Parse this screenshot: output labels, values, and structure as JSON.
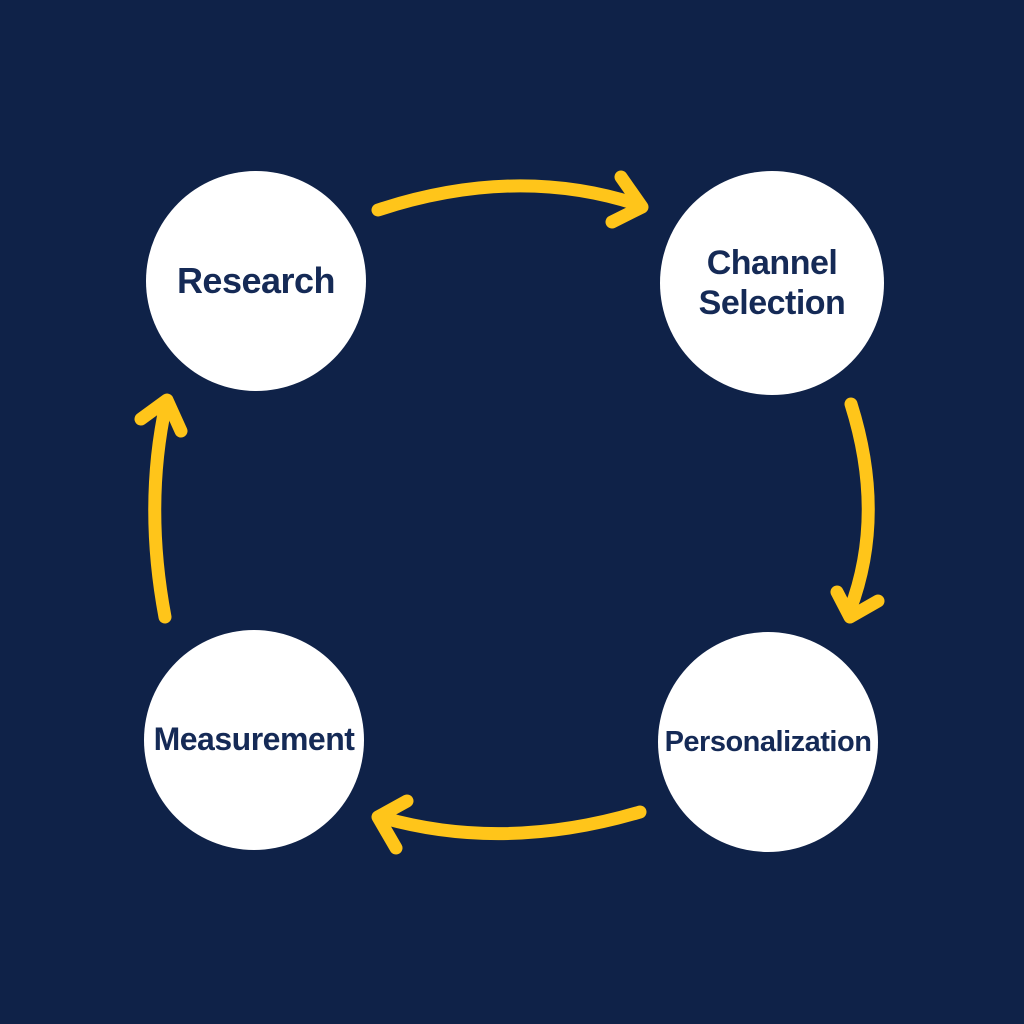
{
  "diagram": {
    "type": "cycle",
    "description": "Four-step marketing cycle diagram",
    "nodes": [
      {
        "id": "research",
        "label": "Research"
      },
      {
        "id": "channel",
        "label": "Channel Selection"
      },
      {
        "id": "personalization",
        "label": "Personalization"
      },
      {
        "id": "measurement",
        "label": "Measurement"
      }
    ],
    "arrows": [
      {
        "from": "research",
        "to": "channel",
        "direction": "left-to-right, arcing upward"
      },
      {
        "from": "channel",
        "to": "personalization",
        "direction": "top-to-bottom, bulging right"
      },
      {
        "from": "personalization",
        "to": "measurement",
        "direction": "right-to-left, dipping downward"
      },
      {
        "from": "measurement",
        "to": "research",
        "direction": "bottom-to-top, bulging left"
      }
    ],
    "colors": {
      "background": "#0F2248",
      "node_fill": "#FFFFFF",
      "node_text": "#152A56",
      "arrow": "#FFC51A"
    }
  }
}
